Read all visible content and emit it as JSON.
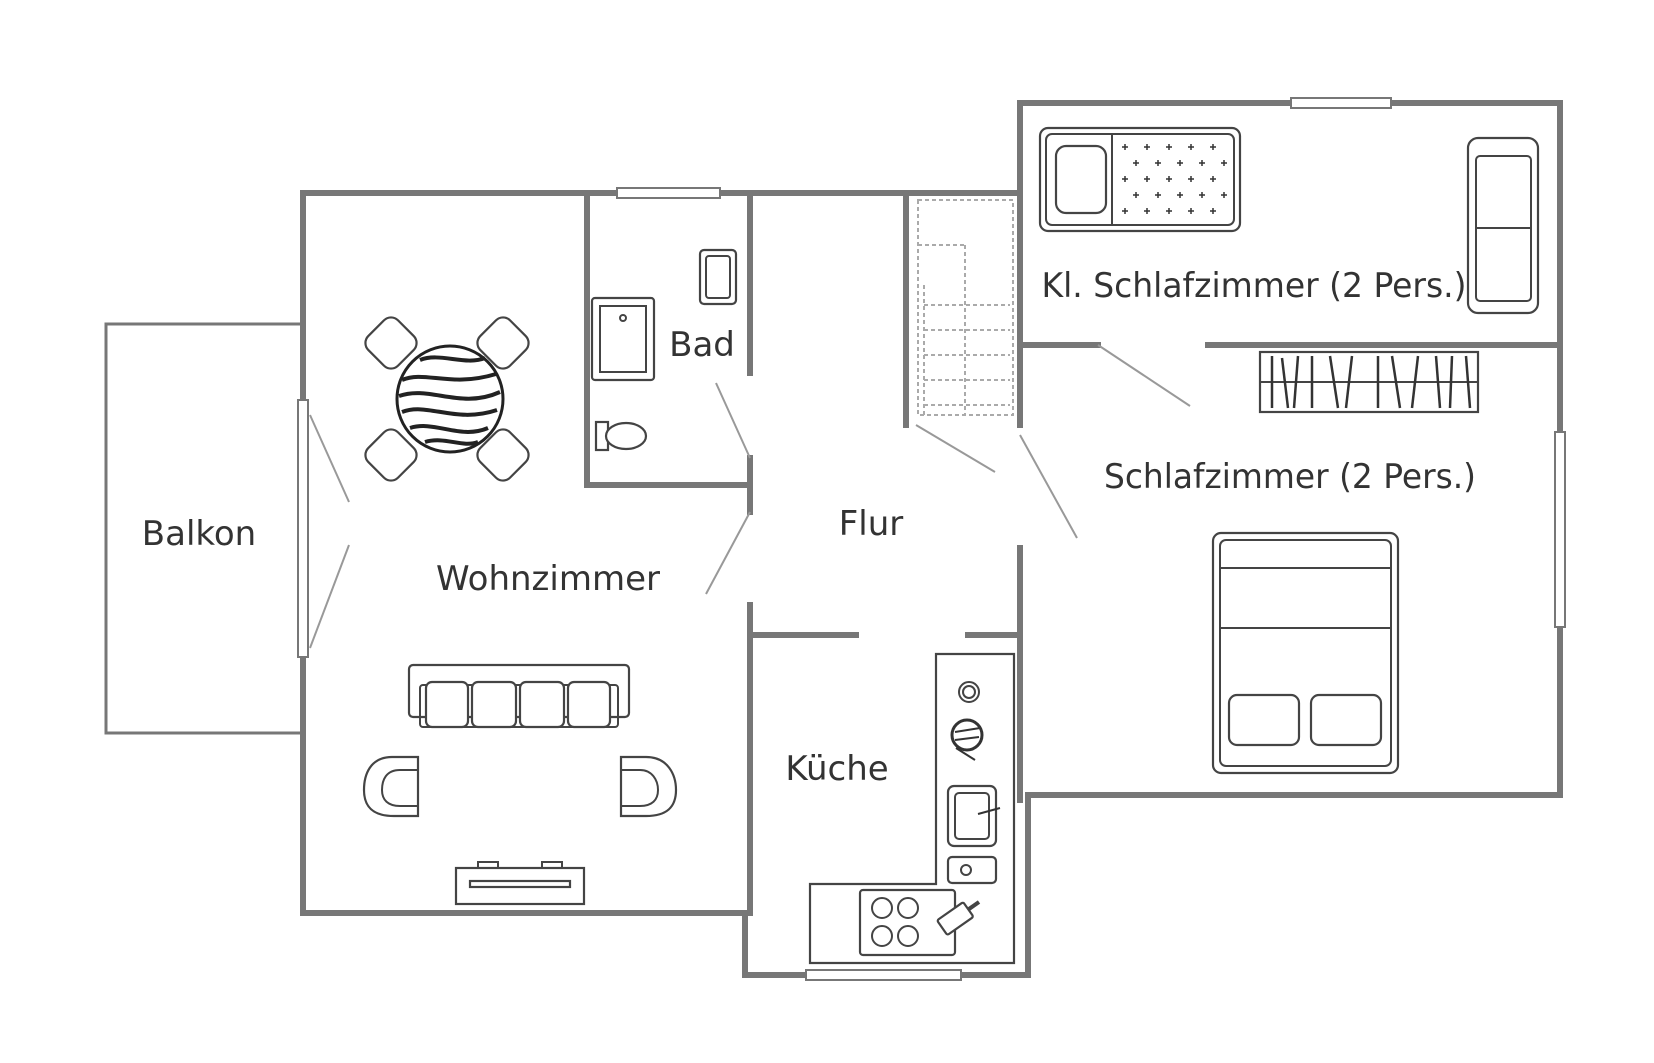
{
  "floorplan": {
    "rooms": {
      "balkon": "Balkon",
      "wohnzimmer": "Wohnzimmer",
      "bad": "Bad",
      "flur": "Flur",
      "kueche": "Küche",
      "kl_schlafzimmer": "Kl. Schlafzimmer (2 Pers.)",
      "schlafzimmer": "Schlafzimmer (2 Pers.)"
    }
  }
}
